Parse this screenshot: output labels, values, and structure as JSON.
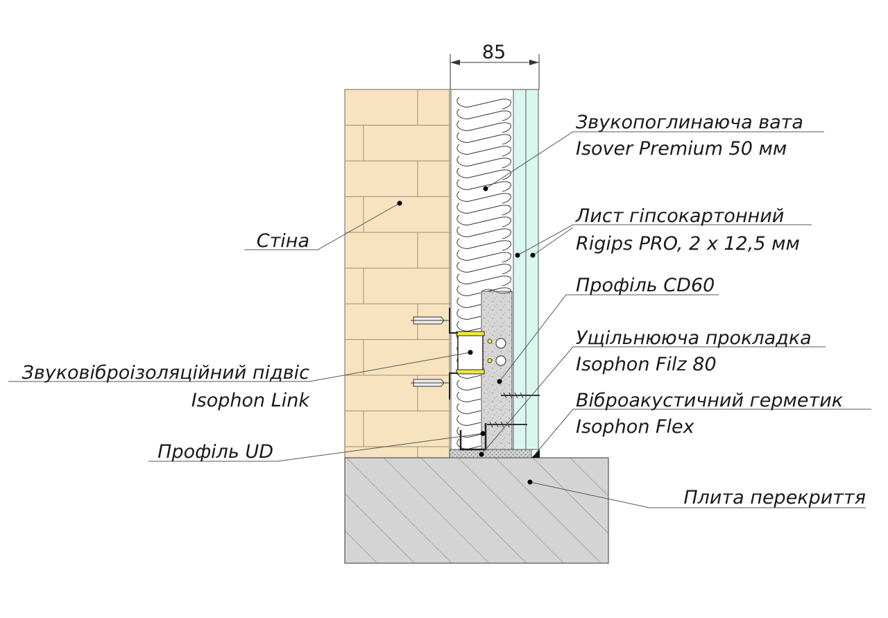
{
  "dimension": {
    "value": "85"
  },
  "labels": {
    "wool_1": "Звукопоглинаюча вата",
    "wool_2": "Isover Premium 50 мм",
    "board_1": "Лист гіпсокартонний",
    "board_2": "Rigips PRO, 2 х 12,5 мм",
    "cd60": "Профіль CD60",
    "tape_1": "Ущільнююча прокладка",
    "tape_2": "Isophon Filz 80",
    "sealant_1": "Віброакустичний герметик",
    "sealant_2": "Isophon Flex",
    "slab": "Плита перекриття",
    "wall": "Стіна",
    "hanger_1": "Звуковіброізоляційний підвіс",
    "hanger_2": "Isophon Link",
    "ud": "Профіль UD"
  },
  "colors": {
    "brick": "#f7e3c0",
    "brick_line": "#9c8d76",
    "gypsum": "#d9f7ef",
    "concrete": "#d4d4d4",
    "profile_fill": "#d8d8d8",
    "bracket": "#f2e640"
  }
}
